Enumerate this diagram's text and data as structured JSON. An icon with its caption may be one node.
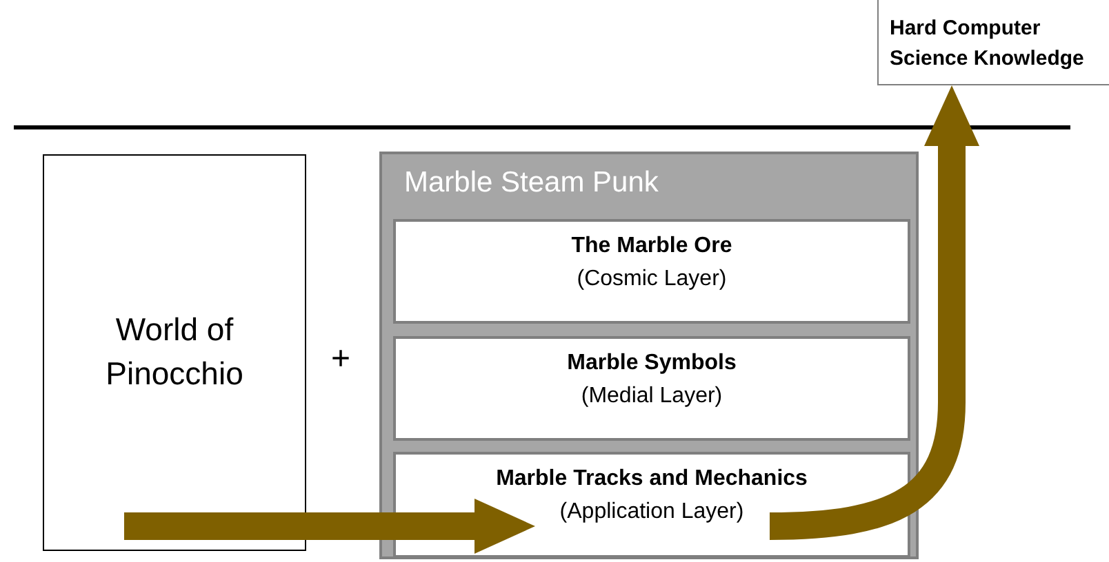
{
  "diagram": {
    "nodes": [
      {
        "text": [
          "World of Pinocchio"
        ]
      },
      {
        "text": [
          "Marble Steam Punk"
        ]
      },
      {
        "text": [
          "The Marble Ore",
          "(Cosmic Layer)"
        ],
        "in": 1
      },
      {
        "text": [
          "Marble Symbols",
          "(Medial Layer)"
        ],
        "in": 1
      },
      {
        "text": [
          "Marble Tracks and Mechanics",
          "(Application Layer)"
        ],
        "in": 1
      },
      {
        "text": [
          "Hard Computer Science Knowledge"
        ]
      }
    ],
    "edges": [
      {
        "from": 0,
        "to": 4,
        "arrow": "to"
      },
      {
        "from": 4,
        "to": 5,
        "arrow": "to"
      }
    ],
    "labels": [
      "+"
    ]
  }
}
